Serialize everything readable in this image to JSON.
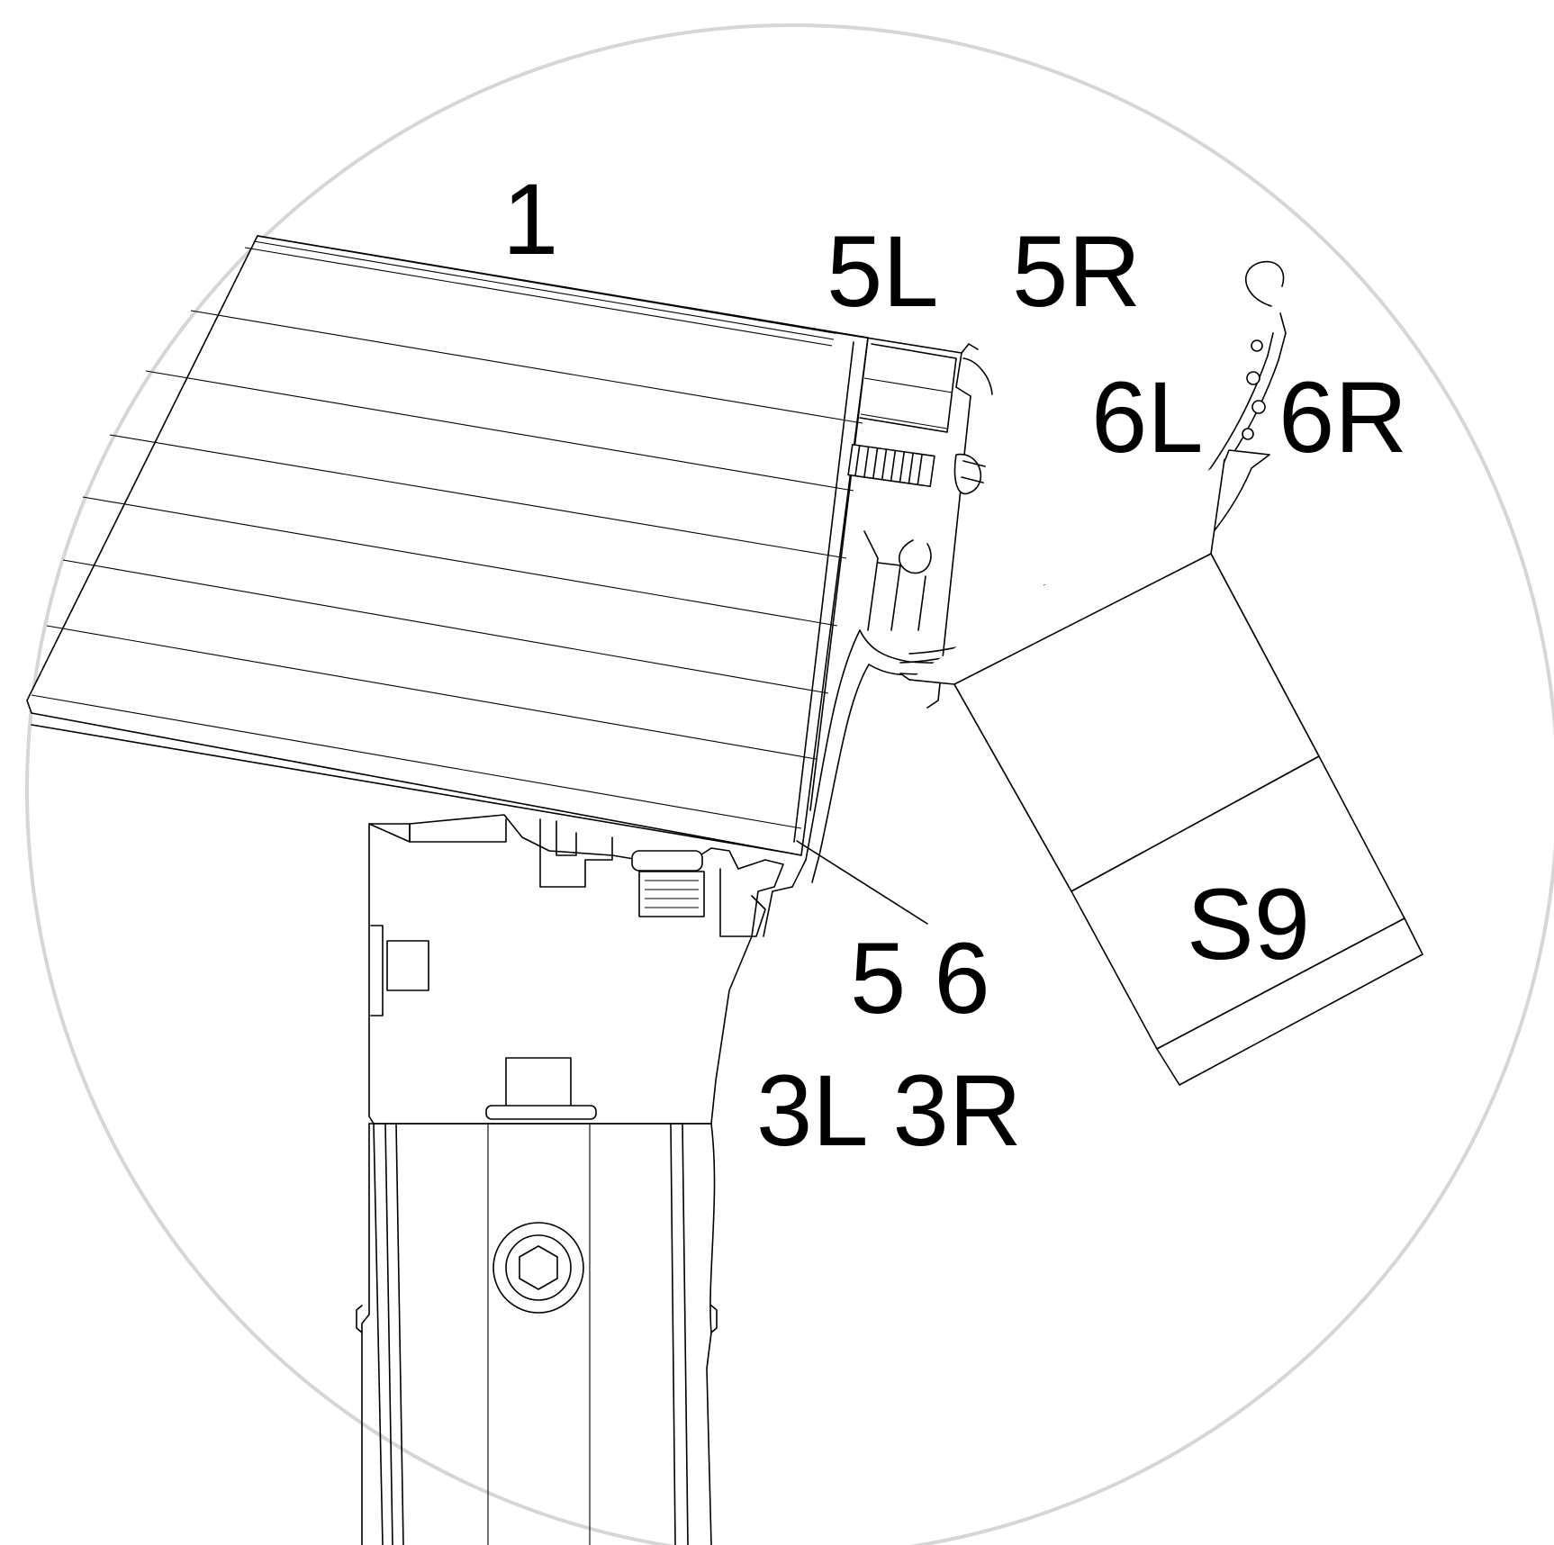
{
  "labels": {
    "panel": "1",
    "seal_left": "5L",
    "seal_right": "5R",
    "gasket_left": "6L",
    "gasket_right": "6R",
    "seal_pair": "5 6",
    "bracket_pair": "3L 3R",
    "support": "S9"
  },
  "colors": {
    "line": "#000000",
    "frame": "#d6d6d6",
    "background": "#ffffff"
  }
}
